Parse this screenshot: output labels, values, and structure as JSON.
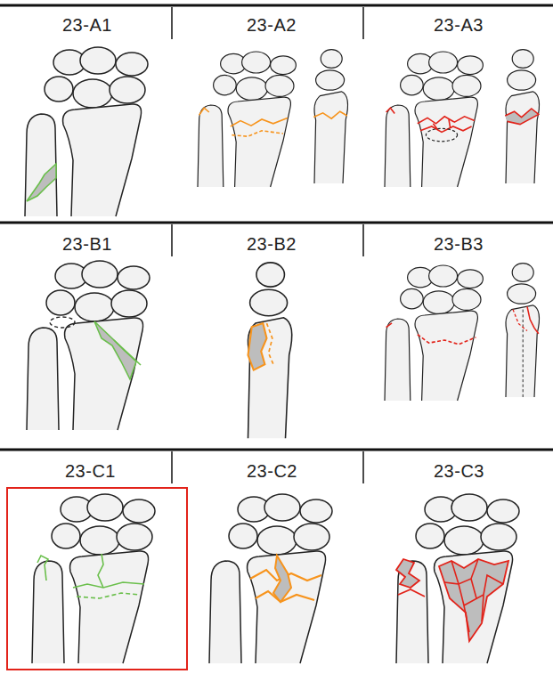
{
  "diagram": {
    "nodes": [
      {
        "text": [
          "23-C1"
        ]
      }
    ],
    "labels": [
      "23-A1",
      "23-A2",
      "23-A3",
      "23-B1",
      "23-B2",
      "23-B3",
      "23-C2",
      "23-C3"
    ]
  }
}
